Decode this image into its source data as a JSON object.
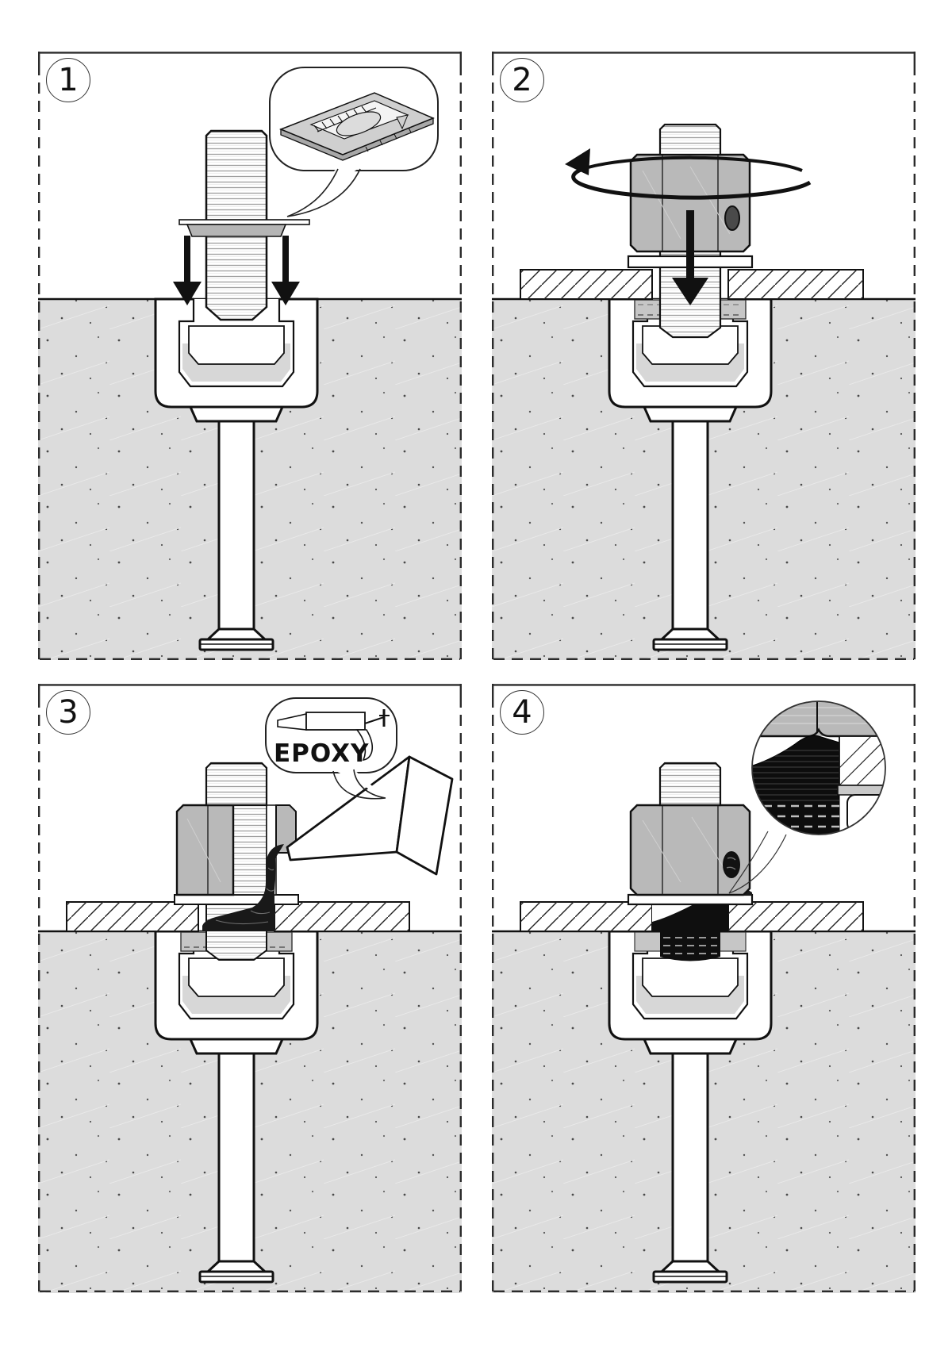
{
  "document": {
    "kind": "installation-instruction-sheet",
    "subject": "cast-in channel anchor: bolt, nut and epoxy installation, 4 steps"
  },
  "colors": {
    "outline": "#111111",
    "concrete": "#dcdcdc",
    "steel_gray": "#b9b9b9",
    "washer_gray": "#c6c6c6",
    "epoxy_black": "#121212",
    "background": "#ffffff"
  },
  "steps": [
    {
      "number": "1",
      "icons": [
        "down-arrow-icon",
        "toothed-washer-isometric-icon",
        "callout-bubble"
      ]
    },
    {
      "number": "2",
      "icons": [
        "rotation-arrow-icon",
        "down-arrow-icon"
      ]
    },
    {
      "number": "3",
      "label": "EPOXY",
      "icons": [
        "speech-bubble",
        "caulk-gun-icon",
        "injection-nozzle-icon"
      ]
    },
    {
      "number": "4",
      "icons": [
        "magnifier-detail-circle"
      ]
    }
  ]
}
